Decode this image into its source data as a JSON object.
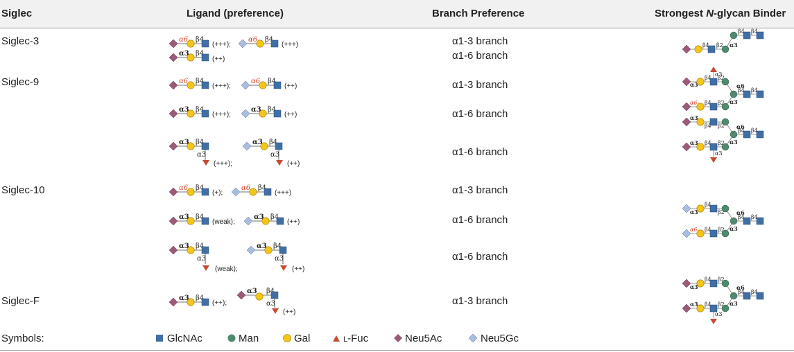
{
  "header": {
    "col1": "Siglec",
    "col2": "Ligand (preference)",
    "col3": "Branch Preference",
    "col4_prefix": "Strongest ",
    "col4_italic": "N",
    "col4_suffix": "-glycan Binder"
  },
  "rows": [
    {
      "siglec": "Siglec-3",
      "branches": [
        "α1-3 branch",
        "α1-6 branch"
      ]
    },
    {
      "siglec": "Siglec-9",
      "branches": [
        "α1-3 branch",
        "α1-6 branch",
        "α1-6 branch"
      ]
    },
    {
      "siglec": "Siglec-10",
      "branches": [
        "α1-3 branch",
        "α1-6 branch",
        "α1-6 branch"
      ]
    },
    {
      "siglec": "Siglec-F",
      "branches": [
        "α1-3 branch"
      ]
    }
  ],
  "ligand_prefs": {
    "s3_a": "(+++);",
    "s3_b": "(+++)",
    "s3_c": "(++)",
    "s9_a": "(+++);",
    "s9_b": "(++)",
    "s9_c": "(+++);",
    "s9_d": "(++)",
    "s9_e": "(+++);",
    "s9_f": "(++)",
    "s10_a": "(+);",
    "s10_b": "(+++)",
    "s10_c": "(weak);",
    "s10_d": "(++)",
    "s10_e": "(weak);",
    "s10_f": "(++)",
    "sf_a": "(++);",
    "sf_b": "(++)"
  },
  "linkages": {
    "a6": "α6",
    "a3": "α3",
    "b4": "β4",
    "b2": "β2"
  },
  "legend": {
    "title": "Symbols:",
    "glcnac": "GlcNAc",
    "man": "Man",
    "gal": "Gal",
    "fuc_prefix": "L",
    "fuc": "-Fuc",
    "neu5ac": "Neu5Ac",
    "neu5gc": "Neu5Gc"
  },
  "colors": {
    "glcnac": "#3f6fa5",
    "man": "#4f8a6e",
    "gal": "#f5c518",
    "fuc": "#c64b34",
    "neu5ac": "#9c5a78",
    "neu5gc": "#a9bde0",
    "alpha6_label": "#d2452a"
  }
}
